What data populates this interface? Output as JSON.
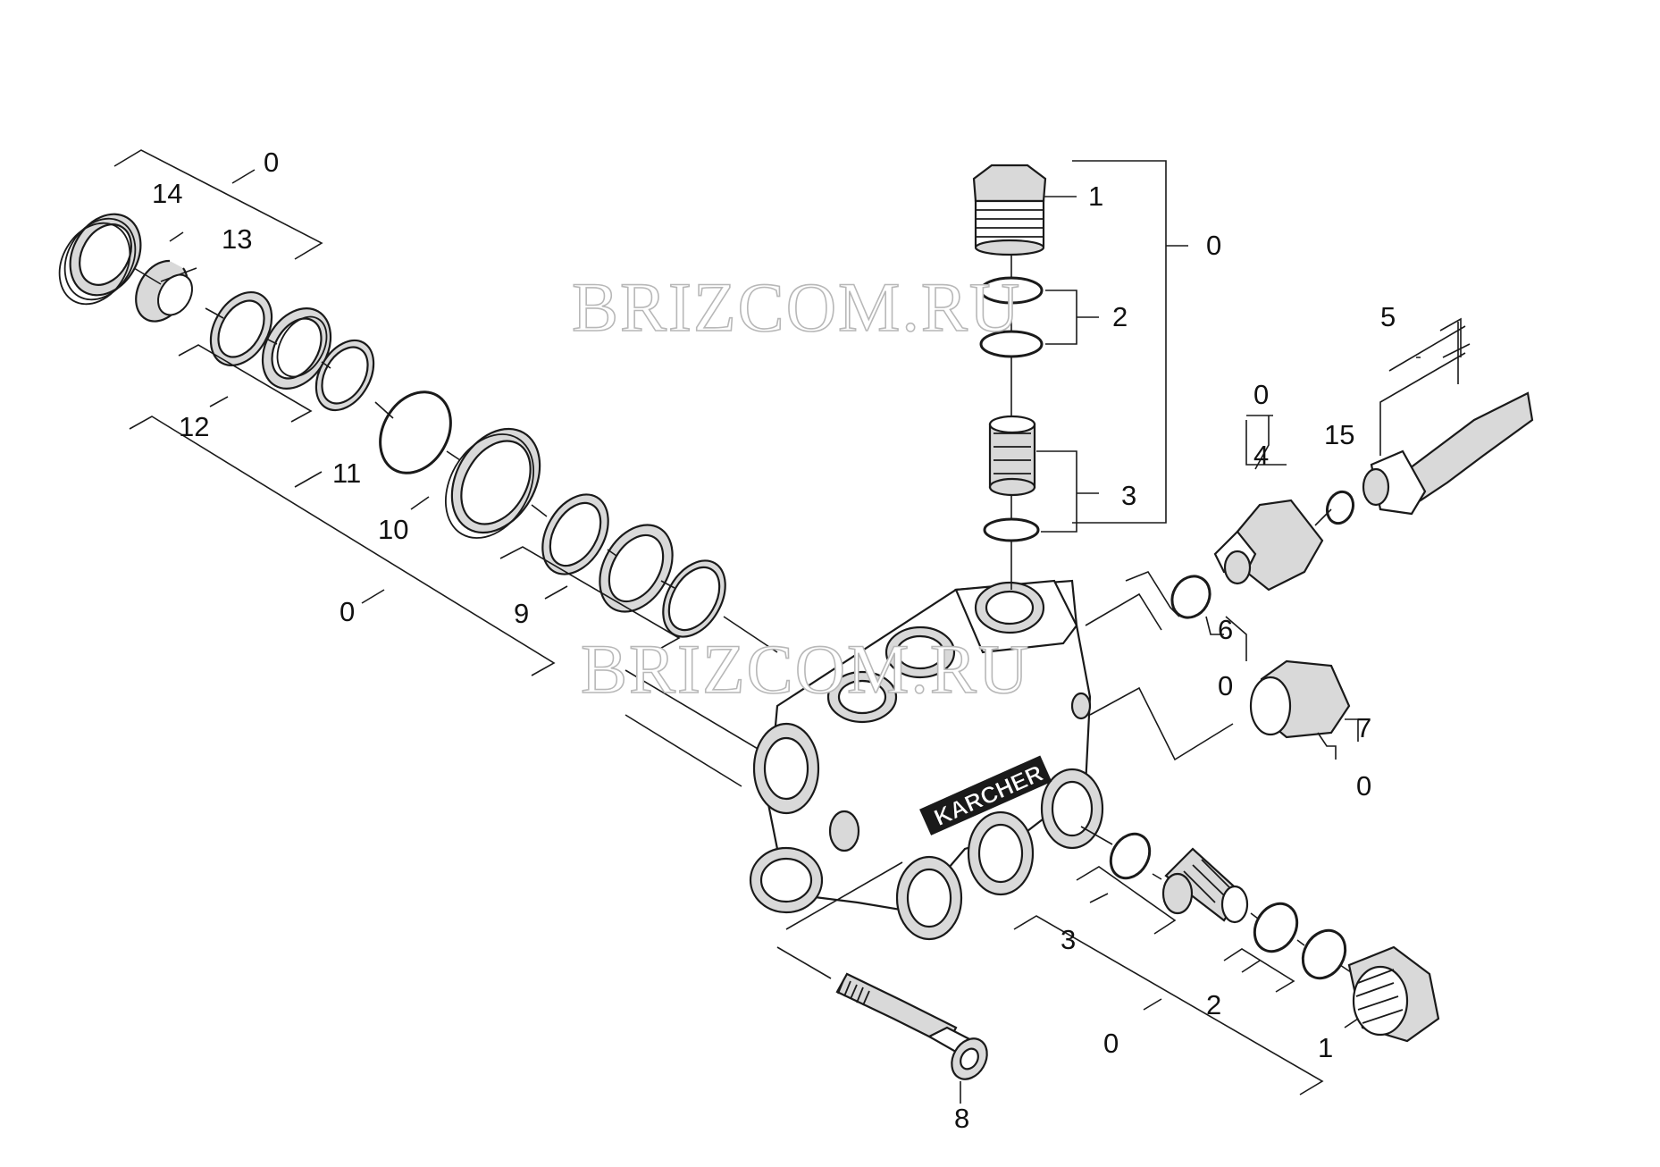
{
  "watermark": "BRIZCOM.RU",
  "brand": "KARCHER",
  "labels": {
    "l14": "14",
    "l13": "13",
    "l12": "12",
    "l11": "11",
    "l10": "10",
    "l9": "9",
    "l0_tl": "0",
    "l0_left": "0",
    "l1_top": "1",
    "l0_right": "0",
    "l2_top": "2",
    "l3_top": "3",
    "l5": "5",
    "l0_f4": "0",
    "l4": "4",
    "l15": "15",
    "l6": "6",
    "l0_f6": "0",
    "l7": "7",
    "l0_f7": "0",
    "l8": "8",
    "l3_bot": "3",
    "l2_bot": "2",
    "l1_bot": "1",
    "l0_bot": "0"
  }
}
